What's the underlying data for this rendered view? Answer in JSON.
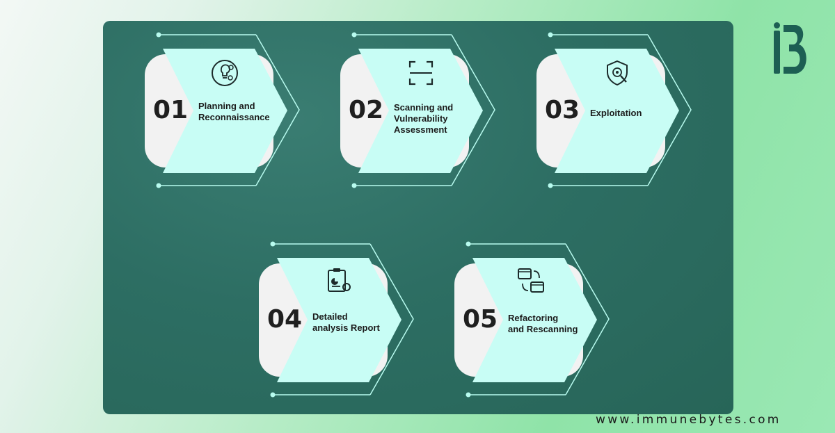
{
  "steps": [
    {
      "number": "01",
      "label_lines": [
        "Planning and",
        "Reconnaissance"
      ],
      "icon": "idea-gears-icon"
    },
    {
      "number": "02",
      "label_lines": [
        "Scanning and",
        "Vulnerability",
        "Assessment"
      ],
      "icon": "scan-frame-icon"
    },
    {
      "number": "03",
      "label_lines": [
        "Exploitation"
      ],
      "icon": "shield-search-icon"
    },
    {
      "number": "04",
      "label_lines": [
        "Detailed",
        "analysis Report"
      ],
      "icon": "report-chart-icon"
    },
    {
      "number": "05",
      "label_lines": [
        "Refactoring",
        "and Rescanning"
      ],
      "icon": "code-refresh-icon"
    }
  ],
  "brand": {
    "website": "www.immunebytes.com",
    "logo_icon": "immunebytes-logo-icon"
  },
  "colors": {
    "panel": "#2d6e63",
    "card_front": "#c8fdf5",
    "card_back": "#f2f2f2",
    "line": "#b8fbef"
  }
}
